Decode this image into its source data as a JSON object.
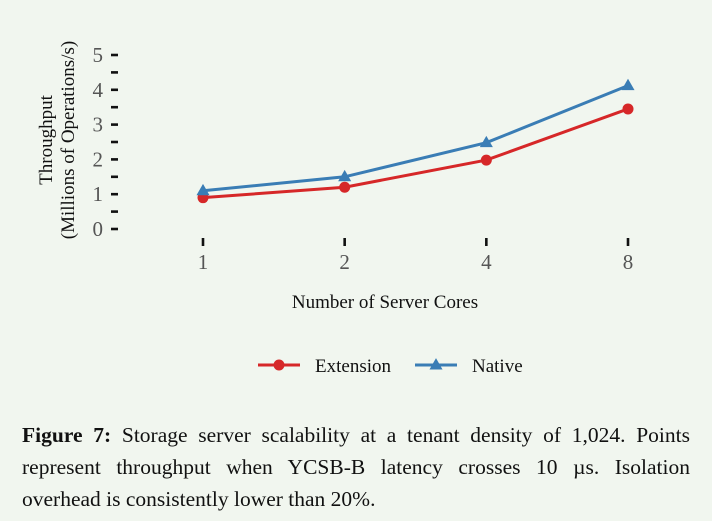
{
  "chart_data": {
    "type": "line",
    "x": [
      1,
      2,
      4,
      8
    ],
    "series": [
      {
        "name": "Extension",
        "values": [
          0.9,
          1.2,
          1.98,
          3.45
        ],
        "color": "#d62728",
        "marker": "circle"
      },
      {
        "name": "Native",
        "values": [
          1.1,
          1.5,
          2.48,
          4.12
        ],
        "color": "#3a7db5",
        "marker": "triangle"
      }
    ],
    "xticks": [
      "1",
      "2",
      "4",
      "8"
    ],
    "yticks": [
      "0",
      "1",
      "2",
      "3",
      "4",
      "5"
    ],
    "xlabel": "Number of Server Cores",
    "ylabel_line1": "Throughput",
    "ylabel_line2": "(Millions of Operations/s)",
    "ylim": [
      0,
      5
    ],
    "x_scale": "log2",
    "grid": false,
    "legend_position": "bottom"
  },
  "caption": {
    "label": "Figure 7:",
    "text": " Storage server scalability at a tenant density of 1,024. Points represent throughput when YCSB-B latency crosses 10 µs. Isolation overhead is consistently lower than 20%."
  }
}
